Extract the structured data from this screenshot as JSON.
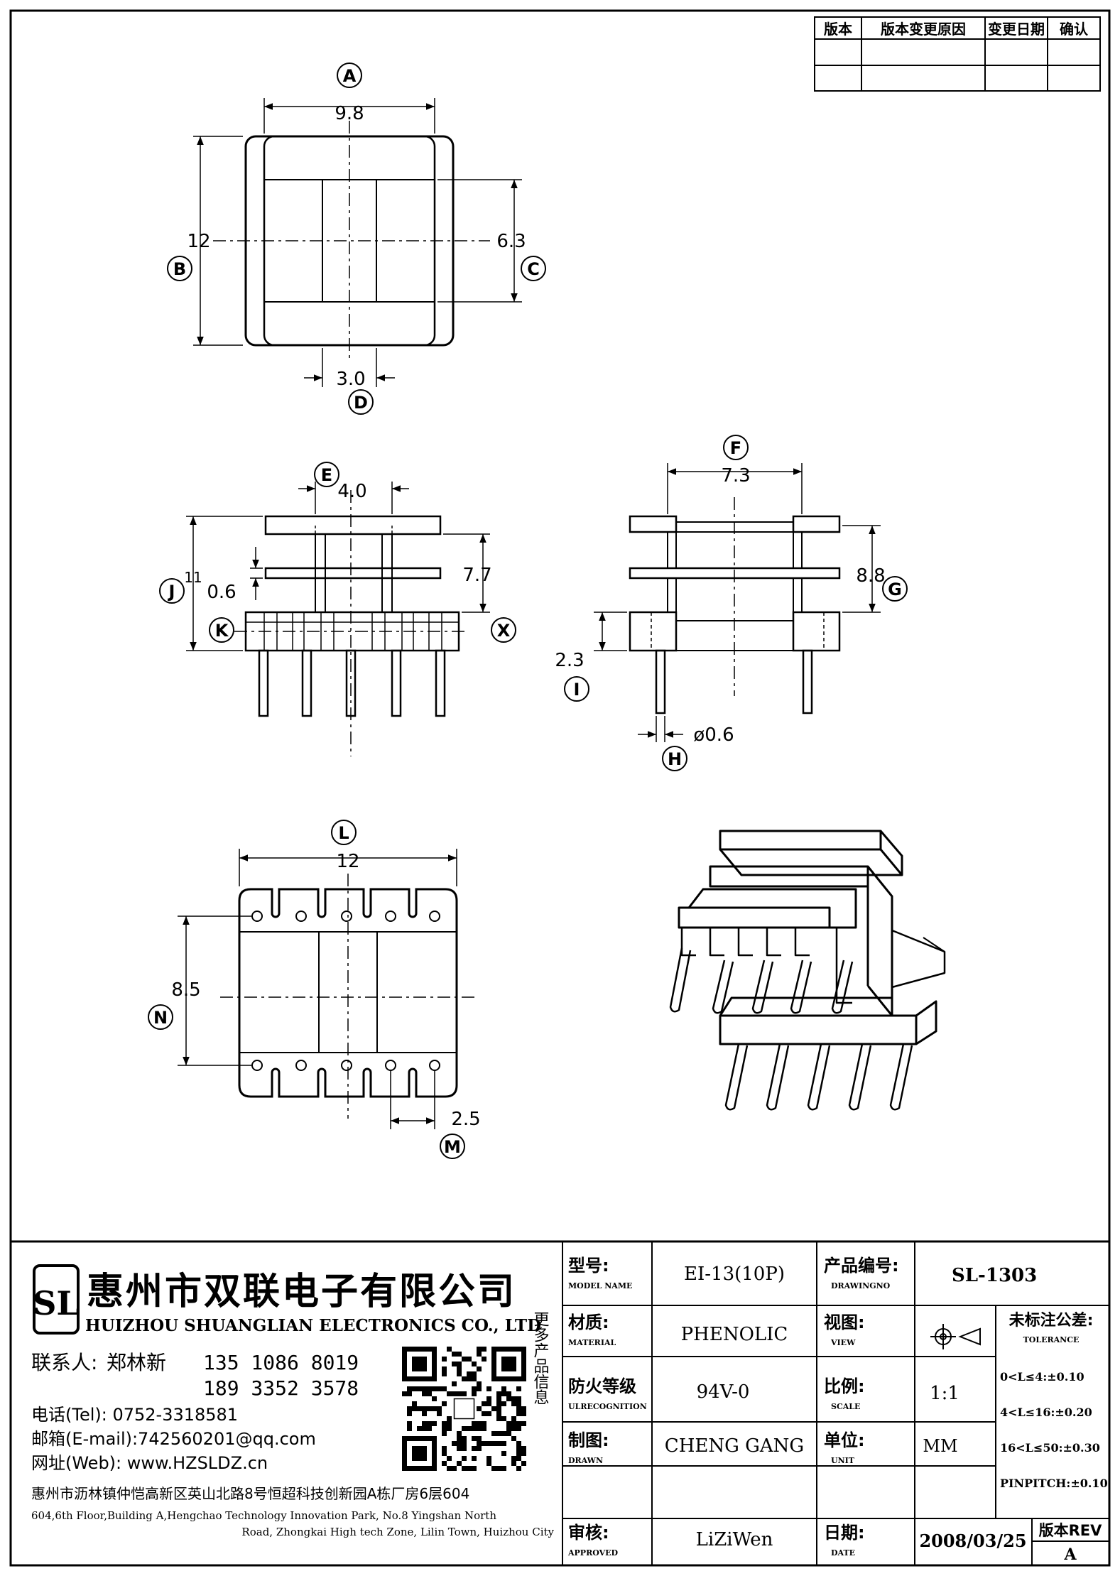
{
  "revision_table": {
    "col_version": "版本",
    "col_reason": "版本变更原因",
    "col_date": "变更日期",
    "col_confirm": "确认"
  },
  "top_view": {
    "dim_a": "9.8",
    "label_a": "A",
    "dim_b": "12",
    "label_b": "B",
    "dim_c": "6.3",
    "label_c": "C",
    "dim_d": "3.0",
    "label_d": "D"
  },
  "front_view": {
    "dim_e": "4.0",
    "label_e": "E",
    "dim_j": "11",
    "label_j": "J",
    "dim_k": "0.6",
    "label_k": "K",
    "dim_x": "7.7",
    "label_x": "X"
  },
  "side_view": {
    "dim_f": "7.3",
    "label_f": "F",
    "dim_g": "8.8",
    "label_g": "G",
    "dim_i": "2.3",
    "label_i": "I",
    "dim_h": "ø0.6",
    "label_h": "H"
  },
  "bottom_view": {
    "dim_l": "12",
    "label_l": "L",
    "dim_n": "8.5",
    "label_n": "N",
    "dim_m": "2.5",
    "label_m": "M"
  },
  "company": {
    "logo_letters": "SL",
    "name_cn": "惠州市双联电子有限公司",
    "name_en": "HUIZHOU SHUANGLIAN ELECTRONICS CO., LTD",
    "contact_label": "联系人:",
    "contact_name": "郑林新",
    "phone1": "135 1086 8019",
    "phone2": "189 3352 3578",
    "tel": "电话(Tel): 0752-3318581",
    "email": "邮箱(E-mail):742560201@qq.com",
    "web": "网址(Web): www.HZSLDZ.cn",
    "more_products": "更多产品信息",
    "address_cn": "惠州市沥林镇仲恺高新区英山北路8号恒超科技创新园A栋厂房6层604",
    "address_en_1": "604,6th Floor,Building A,Hengchao Technology Innovation Park, No.8 Yingshan North",
    "address_en_2": "Road, Zhongkai High tech Zone, Lilin Town, Huizhou City"
  },
  "title_block": {
    "model_cn": "型号:",
    "model_en": "MODEL NAME",
    "model_value": "EI-13(10P)",
    "drawing_cn": "产品编号:",
    "drawing_en": "DRAWINGNO",
    "drawing_value": "SL-1303",
    "material_cn": "材质:",
    "material_en": "MATERIAL",
    "material_value": "PHENOLIC",
    "view_cn": "视图:",
    "view_en": "VIEW",
    "tolerance_cn": "未标注公差:",
    "tolerance_en": "TOLERANCE",
    "tol_1": "0<L≤4:±0.10",
    "tol_2": "4<L≤16:±0.20",
    "tol_3": "16<L≤50:±0.30",
    "tol_4": "PINPITCH:±0.10",
    "fire_cn": "防火等级",
    "fire_en": "ULRECOGNITION",
    "fire_value": "94V-0",
    "scale_cn": "比例:",
    "scale_en": "SCALE",
    "scale_value": "1:1",
    "drawn_cn": "制图:",
    "drawn_en": "DRAWN",
    "drawn_value": "CHENG GANG",
    "unit_cn": "单位:",
    "unit_en": "UNIT",
    "unit_value": "MM",
    "approved_cn": "审核:",
    "approved_en": "APPROVED",
    "approved_value": "LiZiWen",
    "date_cn": "日期:",
    "date_en": "DATE",
    "date_value": "2008/03/25",
    "rev_label": "版本REV",
    "rev_value": "A"
  }
}
